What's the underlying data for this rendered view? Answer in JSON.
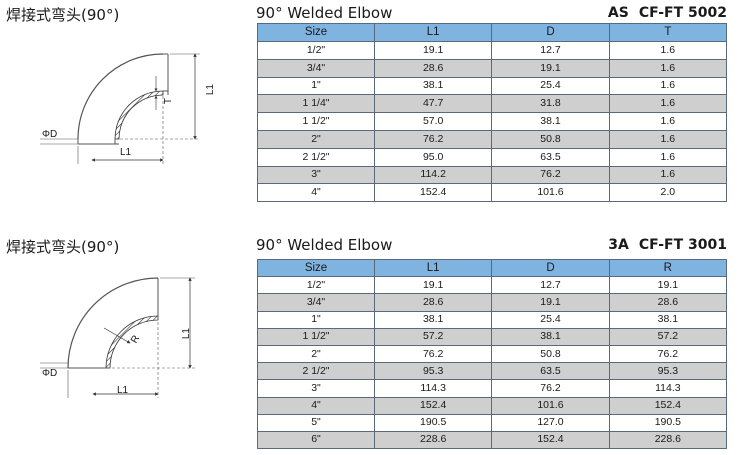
{
  "sections": [
    {
      "cn_title": "焊接式弯头(90°)",
      "en_title": "90° Welded Elbow",
      "standard": "AS",
      "code": "CF-FT 5002",
      "drawing_labels": {
        "diameter": "ΦD",
        "length_h": "L1",
        "length_v": "L1",
        "thickness": "T"
      },
      "columns": [
        "Size",
        "L1",
        "D",
        "T"
      ],
      "rows": [
        [
          "1/2\"",
          "19.1",
          "12.7",
          "1.6"
        ],
        [
          "3/4\"",
          "28.6",
          "19.1",
          "1.6"
        ],
        [
          "1\"",
          "38.1",
          "25.4",
          "1.6"
        ],
        [
          "1 1/4\"",
          "47.7",
          "31.8",
          "1.6"
        ],
        [
          "1 1/2\"",
          "57.0",
          "38.1",
          "1.6"
        ],
        [
          "2\"",
          "76.2",
          "50.8",
          "1.6"
        ],
        [
          "2 1/2\"",
          "95.0",
          "63.5",
          "1.6"
        ],
        [
          "3\"",
          "114.2",
          "76.2",
          "1.6"
        ],
        [
          "4\"",
          "152.4",
          "101.6",
          "2.0"
        ]
      ]
    },
    {
      "cn_title": "焊接式弯头(90°)",
      "en_title": "90° Welded Elbow",
      "standard": "3A",
      "code": "CF-FT 3001",
      "drawing_labels": {
        "diameter": "ΦD",
        "length_h": "L1",
        "length_v": "L1",
        "radius": "R"
      },
      "columns": [
        "Size",
        "L1",
        "D",
        "R"
      ],
      "rows": [
        [
          "1/2\"",
          "19.1",
          "12.7",
          "19.1"
        ],
        [
          "3/4\"",
          "28.6",
          "19.1",
          "28.6"
        ],
        [
          "1\"",
          "38.1",
          "25.4",
          "38.1"
        ],
        [
          "1 1/2\"",
          "57.2",
          "38.1",
          "57.2"
        ],
        [
          "2\"",
          "76.2",
          "50.8",
          "76.2"
        ],
        [
          "2 1/2\"",
          "95.3",
          "63.5",
          "95.3"
        ],
        [
          "3\"",
          "114.3",
          "76.2",
          "114.3"
        ],
        [
          "4\"",
          "152.4",
          "101.6",
          "152.4"
        ],
        [
          "5\"",
          "190.5",
          "127.0",
          "190.5"
        ],
        [
          "6\"",
          "228.6",
          "152.4",
          "228.6"
        ]
      ]
    }
  ]
}
